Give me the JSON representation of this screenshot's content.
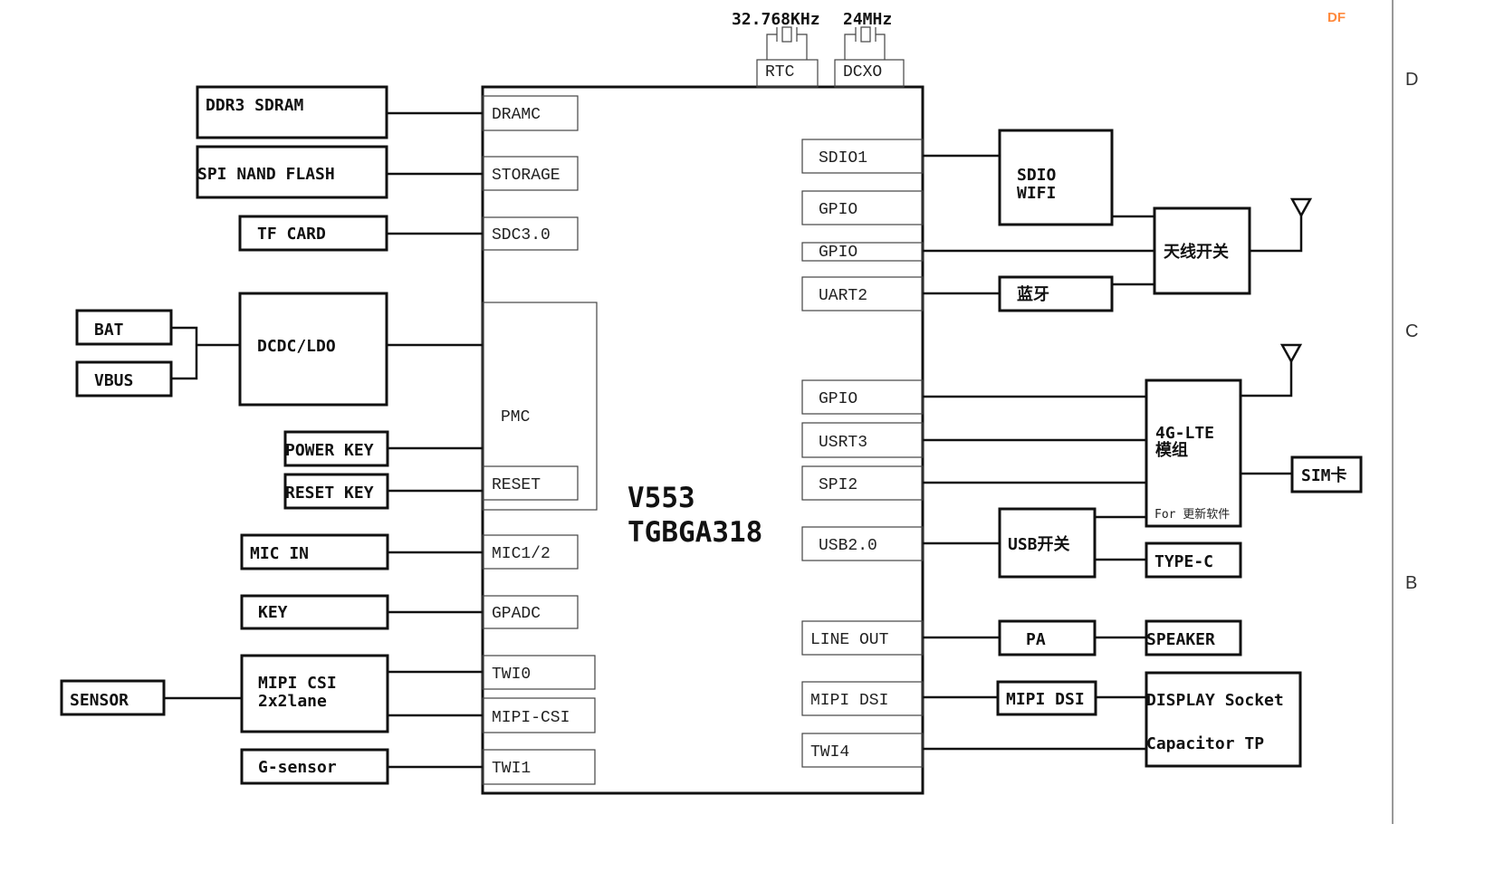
{
  "brand_mark": "DF",
  "edge_letters": [
    "D",
    "C",
    "B"
  ],
  "chip": {
    "name": "V553",
    "package": "TGBGA318"
  },
  "crystals": {
    "rtc_freq": "32.768KHz",
    "dcxo_freq": "24MHz",
    "rtc": "RTC",
    "dcxo": "DCXO"
  },
  "ports_left": {
    "dramc": "DRAMC",
    "storage": "STORAGE",
    "sdc": "SDC3.0",
    "pmc": "PMC",
    "reset": "RESET",
    "mic": "MIC1/2",
    "gpadc": "GPADC",
    "twi0": "TWI0",
    "mipi_csi": "MIPI-CSI",
    "twi1": "TWI1"
  },
  "ports_right": {
    "sdio1": "SDIO1",
    "gpio_a": "GPIO",
    "gpio_b": "GPIO",
    "uart2": "UART2",
    "gpio_c": "GPIO",
    "usrt3": "USRT3",
    "spi2": "SPI2",
    "usb": "USB2.0",
    "line_out": "LINE OUT",
    "mipi_dsi": "MIPI DSI",
    "twi4": "TWI4"
  },
  "left_blocks": {
    "ddr3": "DDR3 SDRAM",
    "spi_nand": "SPI NAND FLASH",
    "tf_card": "TF CARD",
    "dcdc": "DCDC/LDO",
    "bat": "BAT",
    "vbus": "VBUS",
    "power_key": "POWER KEY",
    "reset_key": "RESET KEY",
    "mic_in": "MIC IN",
    "key": "KEY",
    "mipi_csi_l1": "MIPI CSI",
    "mipi_csi_l2": "2x2lane",
    "sensor": "SENSOR",
    "gsensor": "G-sensor"
  },
  "right_blocks": {
    "sdio_wifi_l1": "SDIO",
    "sdio_wifi_l2": "WIFI",
    "antenna_switch": "天线开关",
    "bluetooth": "蓝牙",
    "lte_l1": "4G-LTE",
    "lte_l2": "模组",
    "lte_note": "For 更新软件",
    "sim": "SIM卡",
    "usb_switch": "USB开关",
    "type_c": "TYPE-C",
    "pa": "PA",
    "speaker": "SPEAKER",
    "mipi_dsi": "MIPI DSI",
    "display_l1": "DISPLAY Socket",
    "display_l2": "Capacitor TP"
  }
}
